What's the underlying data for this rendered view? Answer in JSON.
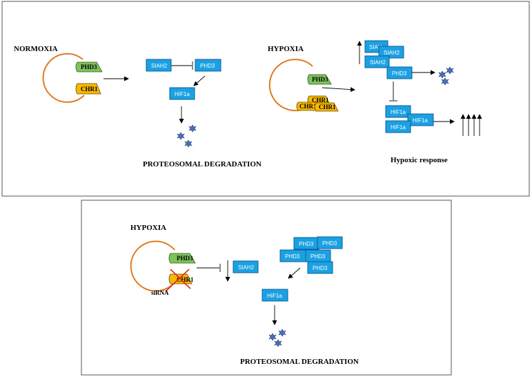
{
  "colors": {
    "box_fill": "#1ba1e2",
    "box_stroke": "#0b5e9e",
    "loop": "#e07b22",
    "phd3_shape": "#7dc35a",
    "chr1_shape": "#f5b800",
    "blob": "#4a6fb5",
    "cross": "#e0261b"
  },
  "panel_top": {
    "normoxia": {
      "title": "NORMOXIA",
      "phd3_label": "PHD3",
      "chr1_label": "CHR1",
      "siah2": "SIAH2",
      "phd3": "PHD3",
      "hif1a": "HIF1a",
      "caption": "PROTEOSOMAL DEGRADATION"
    },
    "hypoxia": {
      "title": "HYPOXIA",
      "phd3_label": "PHD3",
      "chr1_labels": [
        "CHR1",
        "CHR1",
        "CHR1"
      ],
      "siah2_boxes": [
        "SIAH",
        "SIAH2",
        "SIAH2"
      ],
      "phd3": "PHD3",
      "hif1a_boxes": [
        "HIF1a",
        "HIF1a",
        "HIF1a"
      ],
      "caption": "Hypoxic response"
    }
  },
  "panel_bottom": {
    "title": "HYPOXIA",
    "phd3_label": "PHD3",
    "chr1_label": "CHR1",
    "sirna": "siRNA",
    "siah2": "SIAH2",
    "phd3_boxes": [
      "PHD3",
      "PHD3",
      "PHD3",
      "PHD3",
      "PHD3"
    ],
    "hif1a": "HIF1a",
    "caption": "PROTEOSOMAL DEGRADATION"
  }
}
